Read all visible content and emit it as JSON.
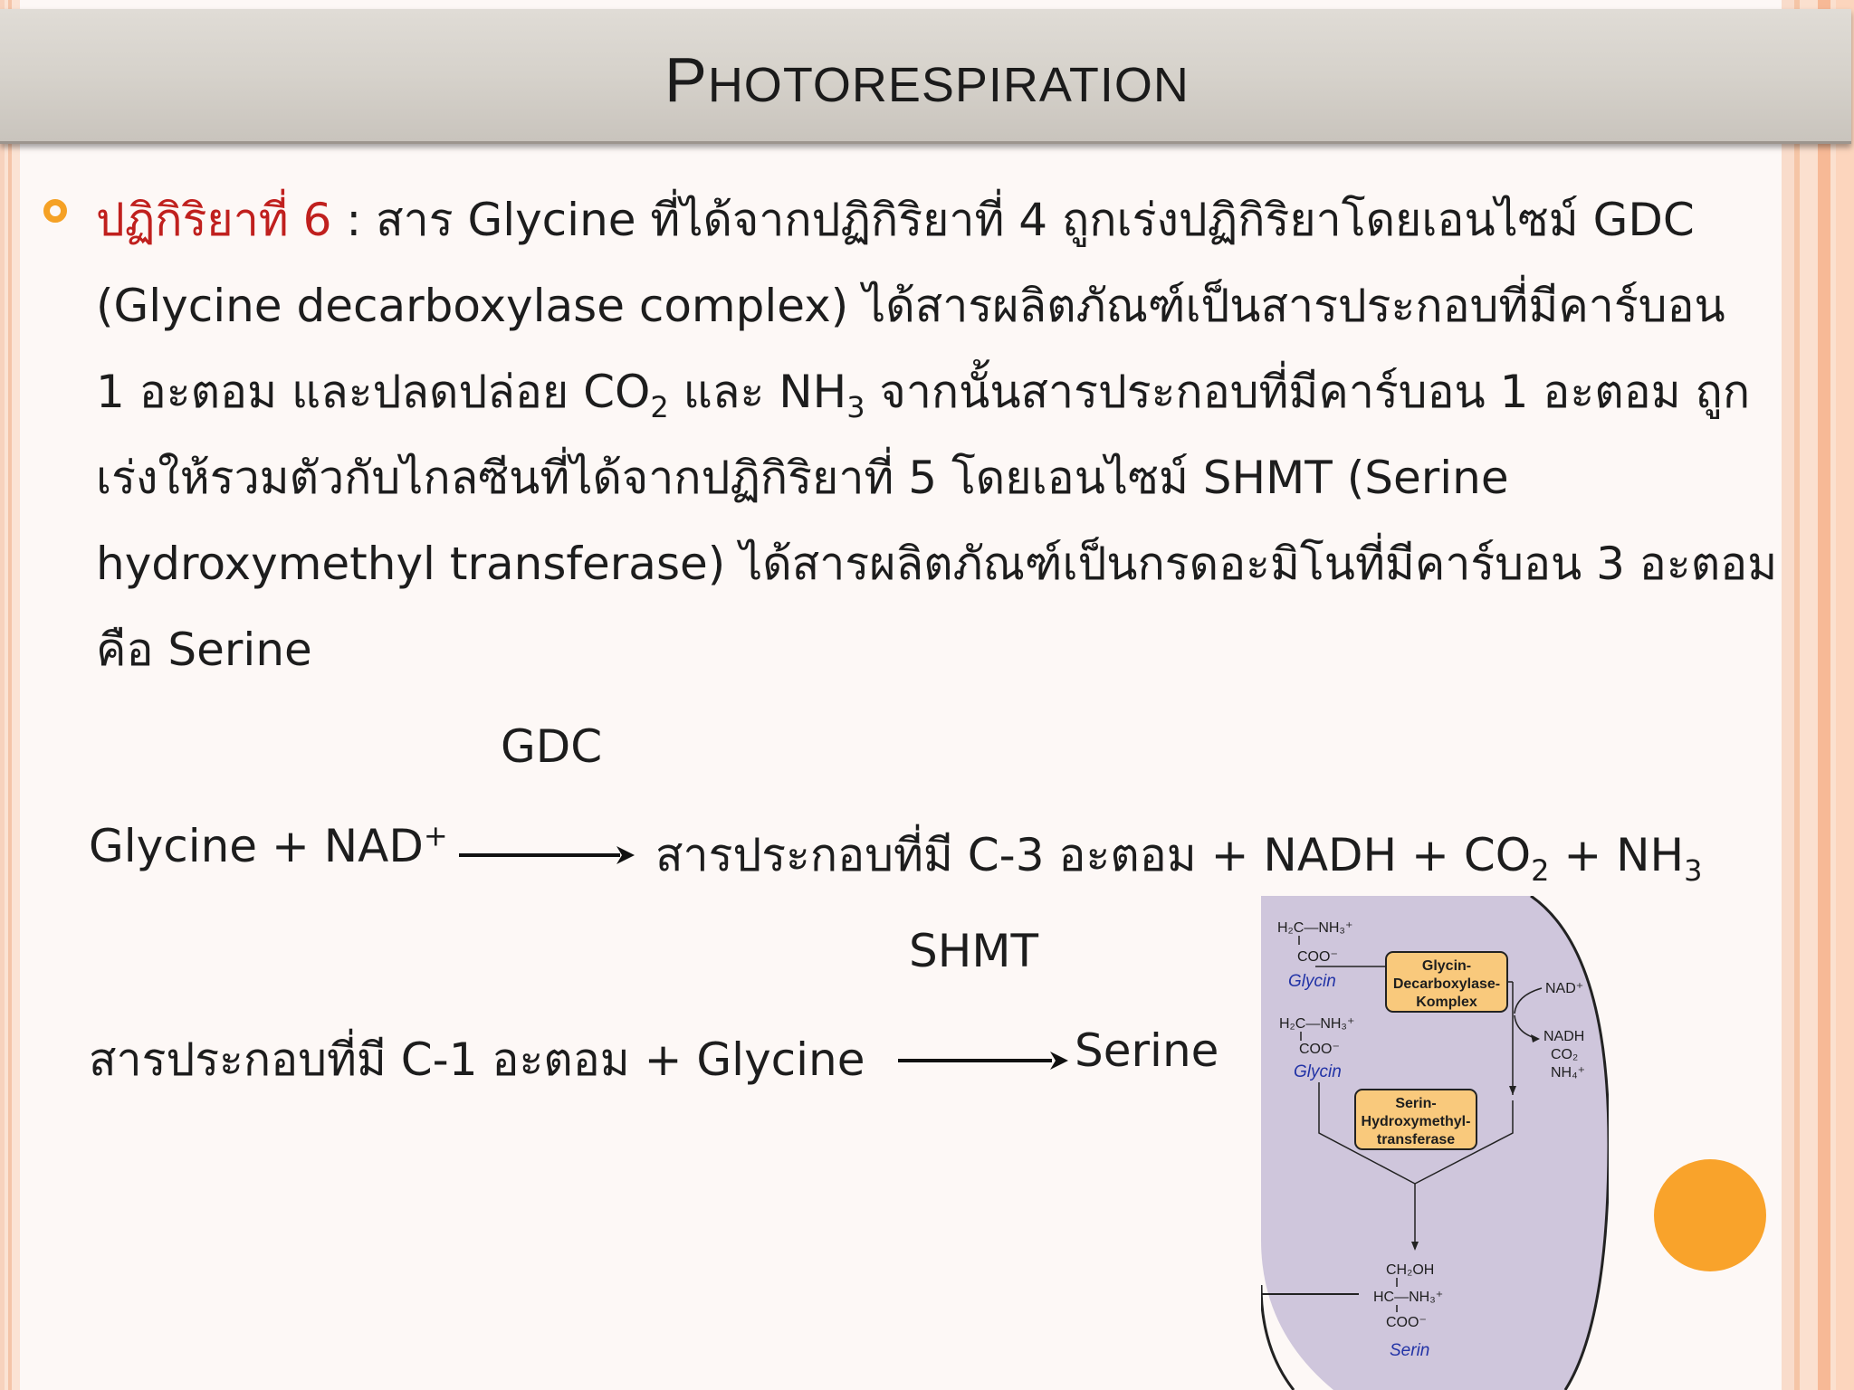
{
  "title": "Photorespiration",
  "title_parts": {
    "first": "P",
    "rest": "HOTORESPIRATION"
  },
  "paragraph": {
    "highlight": "ปฏิกิริยาที่ 6",
    "lines": [
      " : สาร Glycine ที่ได้จากปฏิกิริยาที่ 4 ถูกเร่งปฏิกิริยาโดยเอนไซม์ GDC",
      "(Glycine decarboxylase complex) ได้สารผลิตภัณฑ์เป็นสารประกอบที่มีคาร์บอน",
      "1 อะตอม และปลดปล่อย CO",
      "2",
      " และ NH",
      "3",
      " จากนั้นสารประกอบที่มีคาร์บอน 1 อะตอม ถูก",
      "เร่งให้รวมตัวกับไกลซีนที่ได้จากปฏิกิริยาที่ 5 โดยเอนไซม์ SHMT (Serine",
      "hydroxymethyl transferase) ได้สารผลิตภัณฑ์เป็นกรดอะมิโนที่มีคาร์บอน 3 อะตอม",
      "คือ Serine"
    ]
  },
  "reaction1": {
    "enzyme": "GDC",
    "left": "Glycine + NAD",
    "left_sup": "+",
    "right_a": "สารประกอบที่มี C-3 อะตอม + NADH + CO",
    "right_sub1": "2",
    "right_b": " + NH",
    "right_sub2": "3"
  },
  "reaction2": {
    "enzyme": "SHMT",
    "left": "สารประกอบที่มี C-1 อะตอม + Glycine",
    "right": "Serine"
  },
  "diagram": {
    "mol1_formula": "H₂C—NH₃⁺",
    "mol1_coo": "COO⁻",
    "mol1_name": "Glycin",
    "mol2_formula": "H₂C—NH₃⁺",
    "mol2_coo": "COO⁻",
    "mol2_name": "Glycin",
    "enzyme1": [
      "Glycin-",
      "Decarboxylase-",
      "Komplex"
    ],
    "enzyme2": [
      "Serin-",
      "Hydroxymethyl-",
      "transferase"
    ],
    "input": "NAD⁺",
    "outputs": [
      "NADH",
      "CO₂",
      "NH₄⁺"
    ],
    "product_ch2oh": "CH₂OH",
    "product_hc": "HC—NH₃⁺",
    "product_coo": "COO⁻",
    "product_name": "Serin"
  },
  "colors": {
    "bullet": "#f5a125",
    "highlight": "#c0201e",
    "diagram_bg": "#cfc6dc",
    "enzyme_box": "#f9c97c",
    "glycin_label": "#2233a6"
  }
}
